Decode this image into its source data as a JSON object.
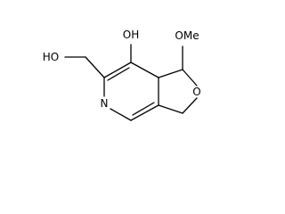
{
  "molecule": {
    "labels": {
      "hydroxymethyl": "HO",
      "hydroxyl": "OH",
      "methoxy": "OMe",
      "ring_nitrogen": "N",
      "ring_oxygen": "O"
    }
  },
  "colors": {
    "background": "#ffffff",
    "ink": "#000000"
  }
}
